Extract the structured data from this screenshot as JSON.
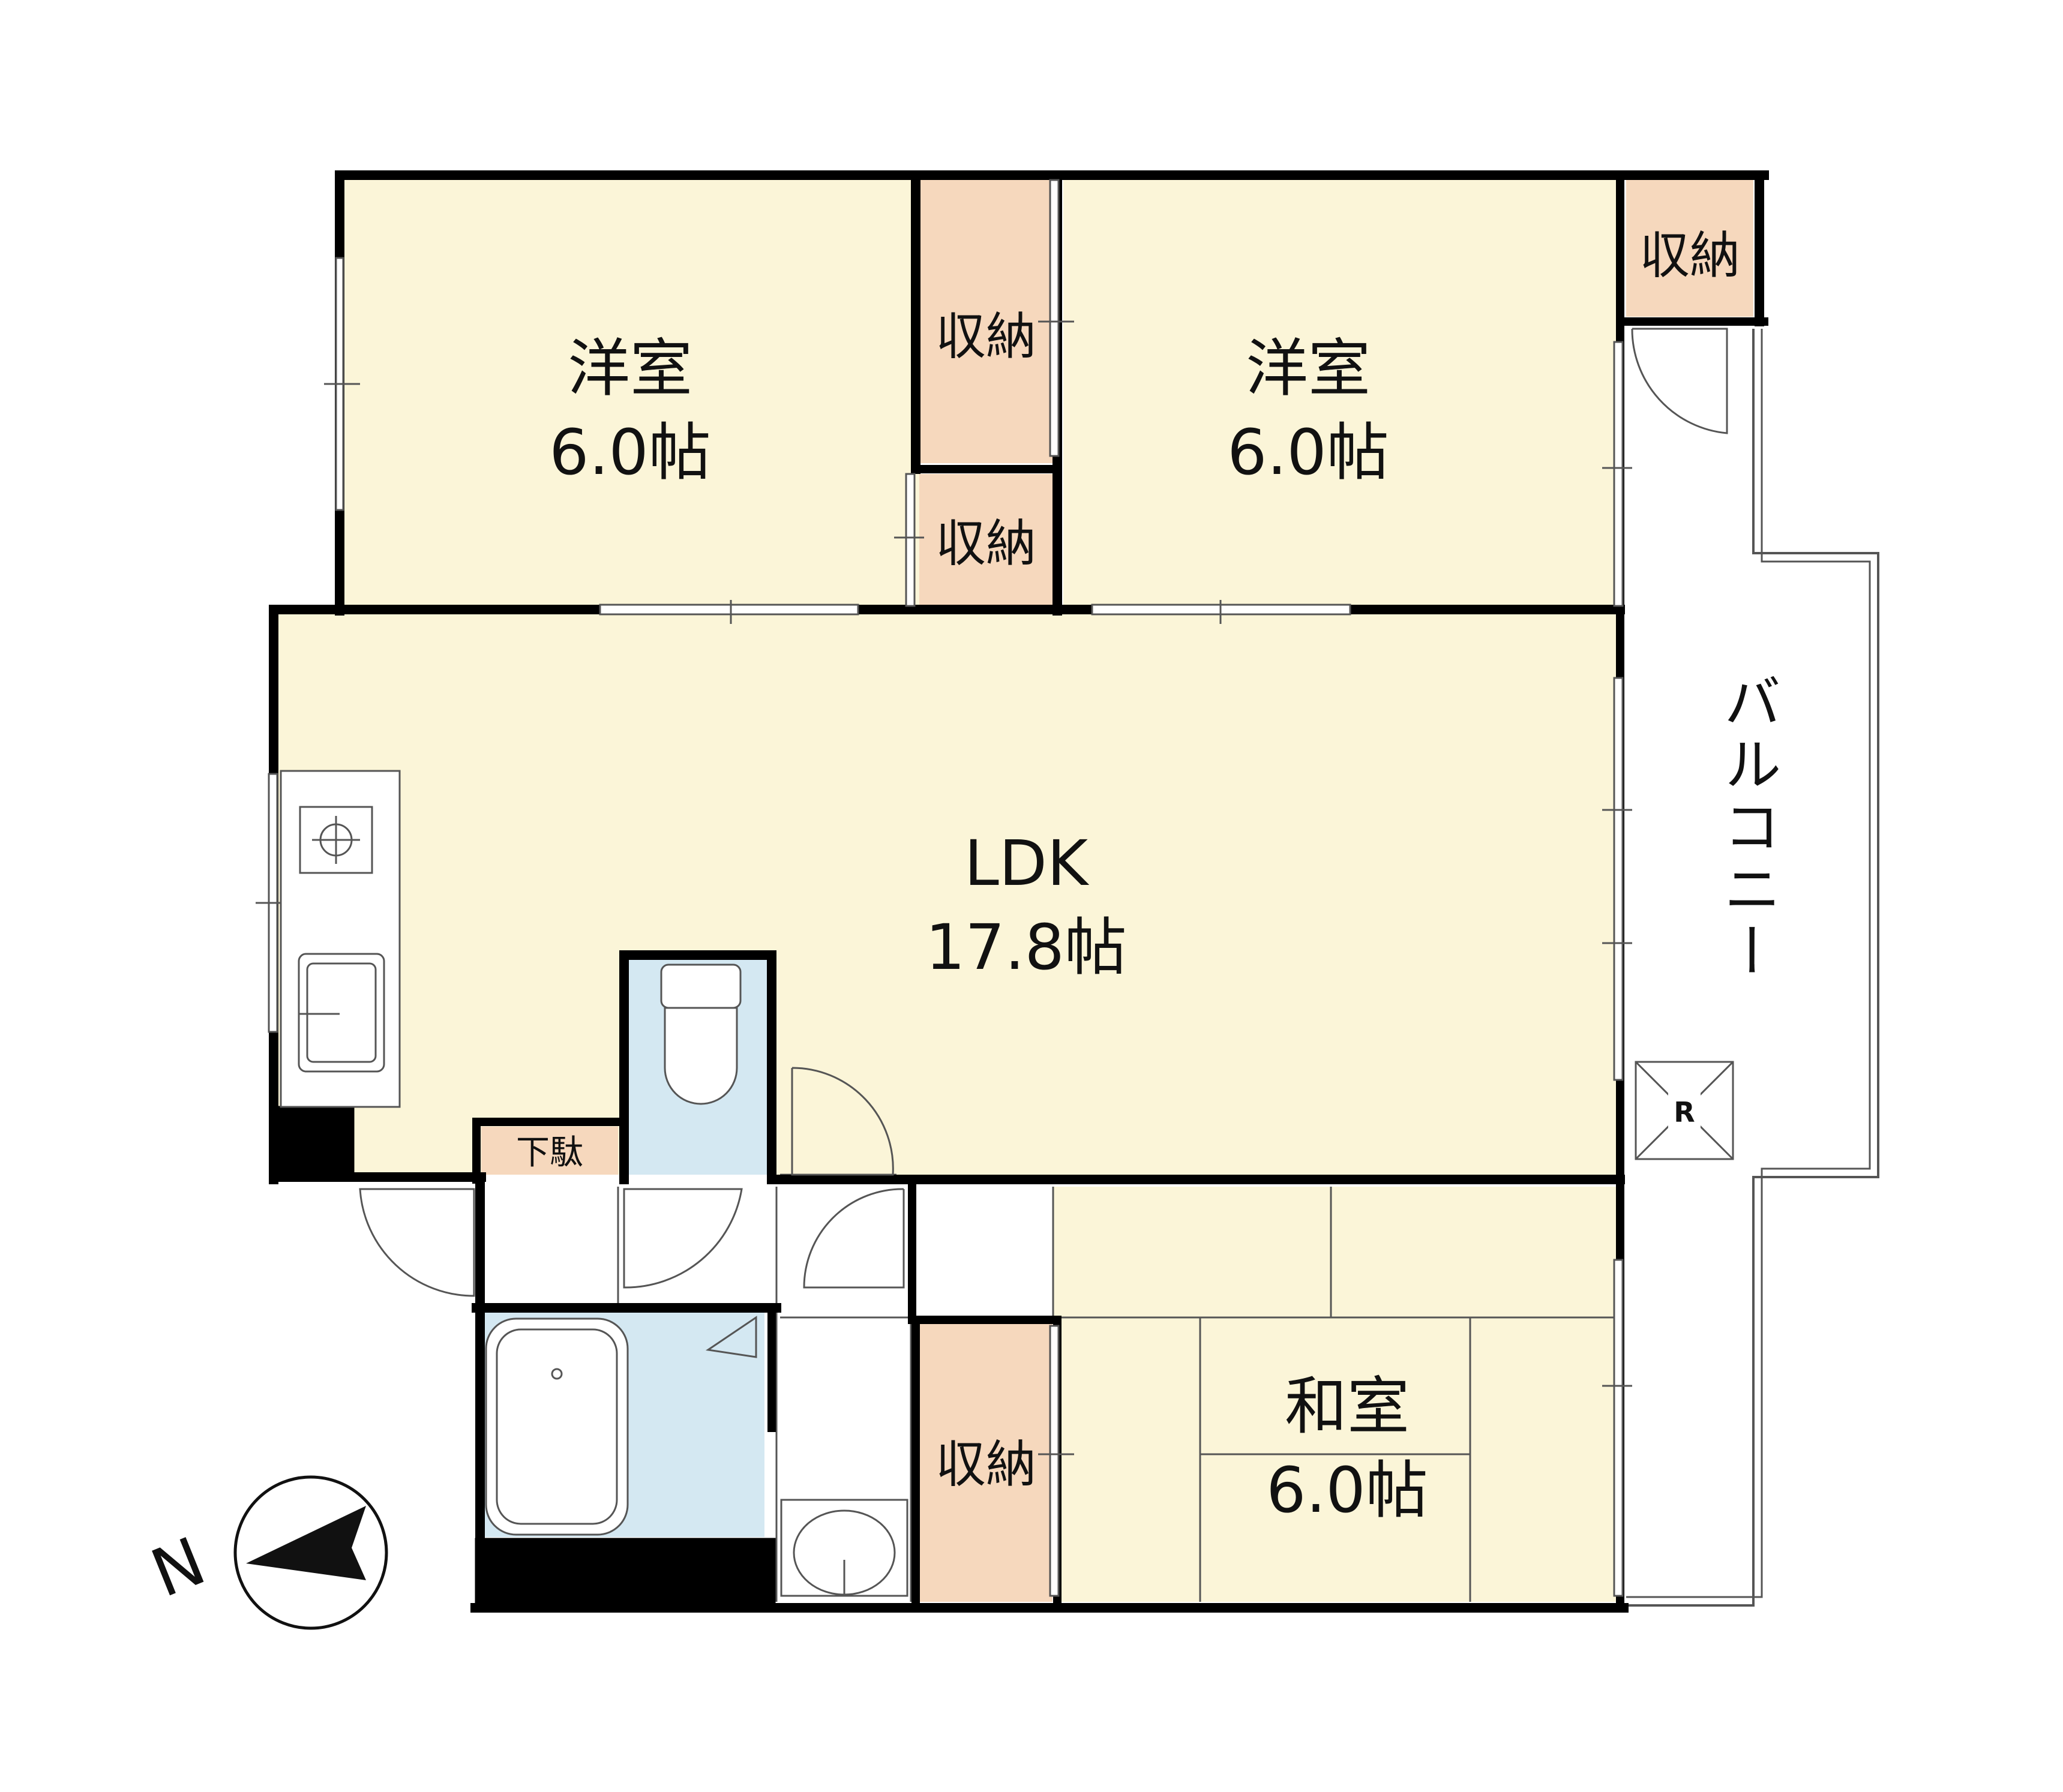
{
  "colors": {
    "room_fill": "#fbf5d8",
    "storage_fill": "#f6d8bd",
    "wet_fill": "#d4e8f2",
    "wall": "#000000",
    "background": "#ffffff"
  },
  "rooms": {
    "western_room_1": {
      "name": "洋室",
      "area": "6.0帖"
    },
    "western_room_2": {
      "name": "洋室",
      "area": "6.0帖"
    },
    "ldk": {
      "name": "LDK",
      "area": "17.8帖"
    },
    "japanese_room": {
      "name": "和室",
      "area": "6.0帖"
    },
    "balcony": {
      "name": "バルコニー"
    }
  },
  "storage": {
    "closet_1": "収納",
    "closet_2": "収納",
    "closet_3": "収納",
    "closet_4": "収納",
    "shoe_cabinet": "下駄"
  },
  "fixtures": {
    "roof_hatch_label": "R",
    "stove_icon": "gas-stove-icon",
    "sink_icon": "kitchen-sink-icon",
    "toilet_icon": "toilet-icon",
    "bathtub_icon": "bathtub-icon",
    "washbasin_icon": "washbasin-icon"
  },
  "compass": {
    "label": "N",
    "icon": "north-arrow-icon"
  }
}
